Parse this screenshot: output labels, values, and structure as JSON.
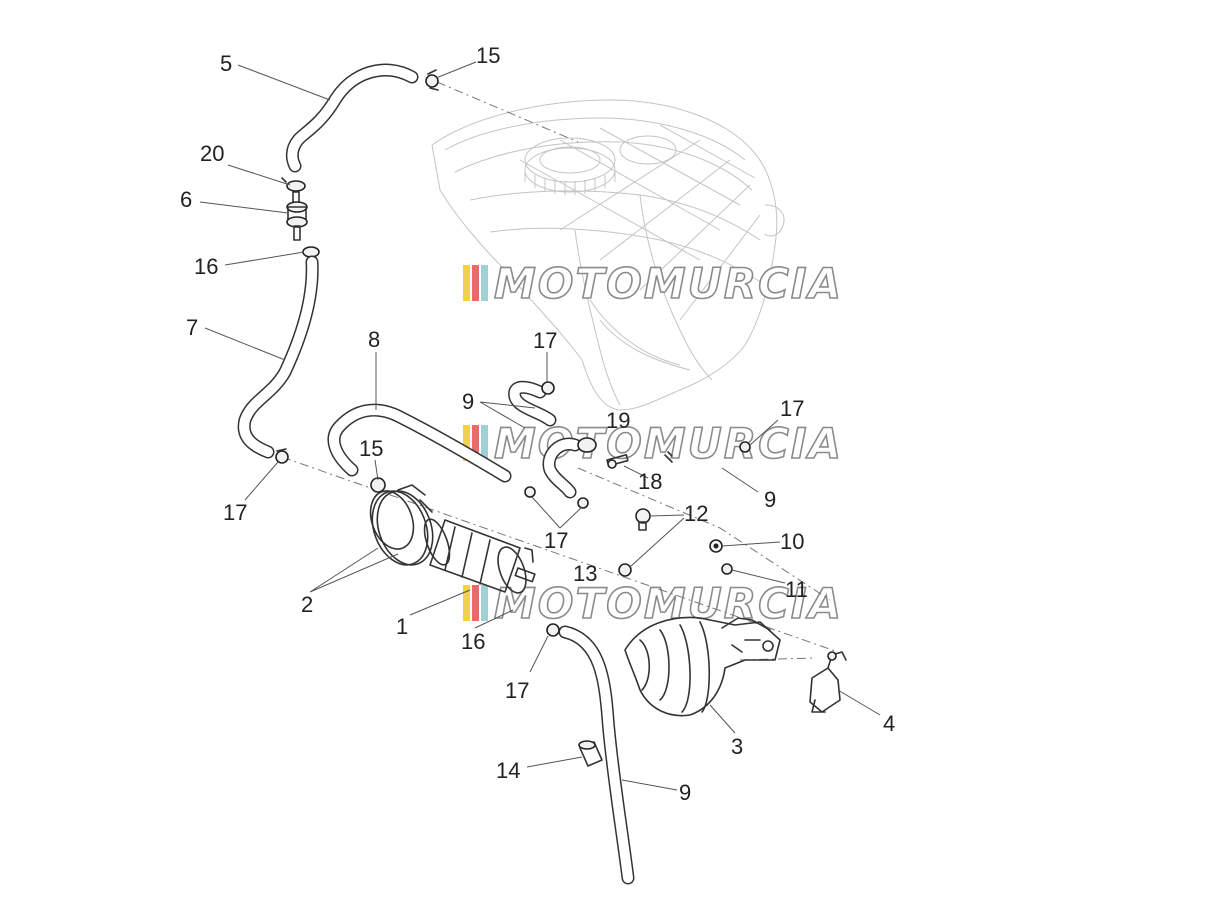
{
  "watermark": {
    "text": "MOTOMURCIA",
    "colors": [
      "#f2d24a",
      "#e86a6a",
      "#9fd0d6"
    ]
  },
  "callouts": [
    "1",
    "2",
    "3",
    "4",
    "5",
    "6",
    "7",
    "8",
    "9",
    "10",
    "11",
    "12",
    "13",
    "14",
    "15",
    "16",
    "17",
    "18",
    "19",
    "20"
  ],
  "labels": {
    "n5": "5",
    "n15a": "15",
    "n20": "20",
    "n6": "6",
    "n16a": "16",
    "n7": "7",
    "n8": "8",
    "n17a": "17",
    "n9a": "9",
    "n19": "19",
    "n17b": "17",
    "n18": "18",
    "n9b": "9",
    "n15b": "15",
    "n17c": "17",
    "n17d": "17",
    "n12": "12",
    "n10": "10",
    "n13": "13",
    "n11": "11",
    "n2": "2",
    "n1": "1",
    "n16b": "16",
    "n17e": "17",
    "n4": "4",
    "n3": "3",
    "n14": "14",
    "n9c": "9"
  },
  "colors": {
    "line": "#333333",
    "ghost": "#c4c4c4",
    "background": "#ffffff"
  }
}
